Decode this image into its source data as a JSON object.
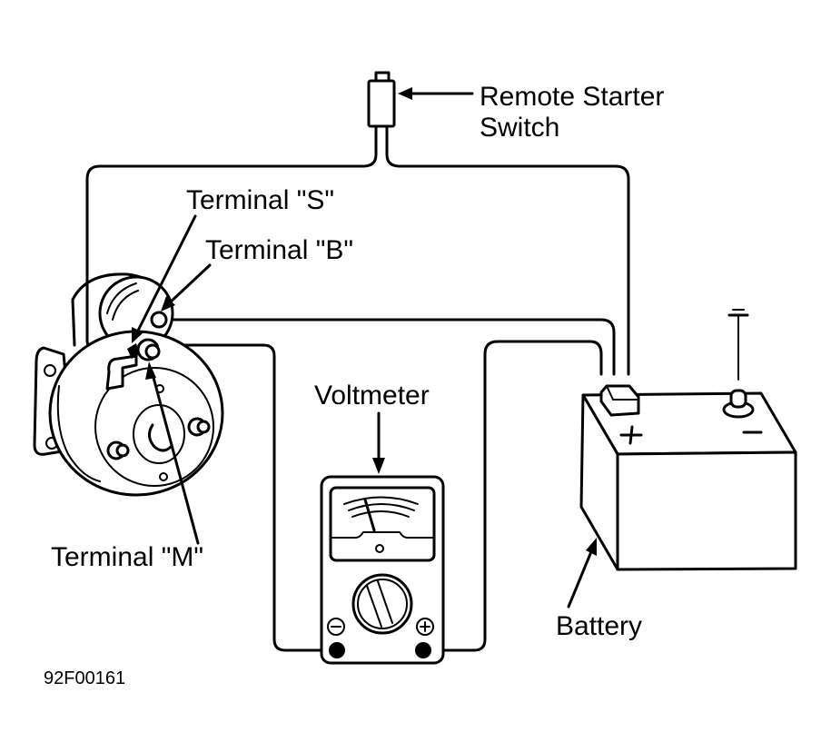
{
  "figure_id": "92F00161",
  "labels": {
    "remote_starter_switch_line1": "Remote Starter",
    "remote_starter_switch_line2": "Switch",
    "terminal_s": "Terminal \"S\"",
    "terminal_b": "Terminal \"B\"",
    "terminal_m": "Terminal \"M\"",
    "voltmeter": "Voltmeter",
    "battery": "Battery"
  },
  "voltmeter": {
    "negative_symbol": "−",
    "positive_symbol": "+"
  },
  "battery": {
    "positive_symbol": "+",
    "negative_symbol": "−"
  },
  "colors": {
    "line": "#000000",
    "background": "#ffffff"
  }
}
